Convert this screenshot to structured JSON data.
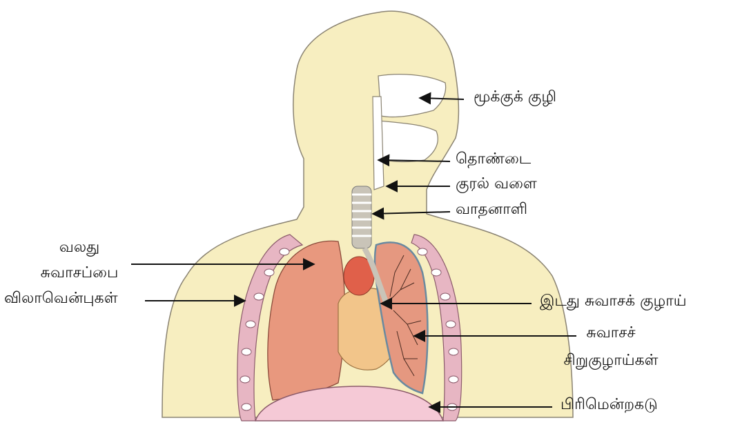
{
  "labels": {
    "nasal_cavity": "மூக்குக் குழி",
    "pharynx": "தொண்டை",
    "larynx": "குரல் வளை",
    "trachea": "வாதனாளி",
    "right_lung_line1": "வலது",
    "right_lung_line2": "சுவாசப்பை",
    "ribs": "விலாவென்புகள்",
    "left_bronchus": "இடது சுவாசக் குழாய்",
    "bronchioles_line1": "சுவாசச்",
    "bronchioles_line2": "சிறுகுழாய்கள்",
    "diaphragm": "பிரிமென்றகடு"
  },
  "colors": {
    "skin": "#f7eec0",
    "skin_outline": "#8a8372",
    "lung": "#e8987e",
    "heart": "#f2c58a",
    "rib_band": "#e7b6c3",
    "diaphragm_fill": "#f5c9d6",
    "airway": "#c9c4b8",
    "leader": "#111111"
  }
}
